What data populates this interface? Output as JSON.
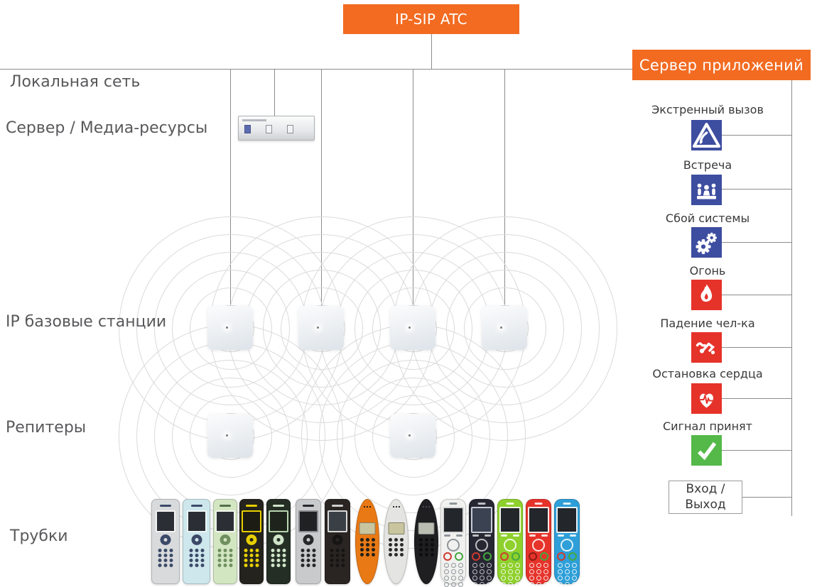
{
  "atc_box": {
    "label": "IP-SIP ATC"
  },
  "app_server_box": {
    "label": "Сервер приложений"
  },
  "row_labels": [
    {
      "label": "Локальная сеть"
    },
    {
      "label": "Сервер / Медиа-ресурсы"
    },
    {
      "label": "IP базовые станции"
    },
    {
      "label": "Репитеры"
    },
    {
      "label": "Трубки"
    }
  ],
  "alarms": [
    {
      "label": "Экстренный вызов",
      "icon": "emergency-call-icon",
      "color": "#3D4DA0"
    },
    {
      "label": "Встреча",
      "icon": "meeting-icon",
      "color": "#3D4DA0"
    },
    {
      "label": "Сбой системы",
      "icon": "system-failure-icon",
      "color": "#3D4DA0"
    },
    {
      "label": "Огонь",
      "icon": "fire-icon",
      "color": "#E5332A"
    },
    {
      "label": "Падение чел-ка",
      "icon": "man-down-icon",
      "color": "#E5332A"
    },
    {
      "label": "Остановка сердца",
      "icon": "cardiac-arrest-icon",
      "color": "#E5332A"
    },
    {
      "label": "Сигнал принят",
      "icon": "signal-accepted-icon",
      "color": "#54B948"
    }
  ],
  "entry_exit_box": {
    "line1": "Вход /",
    "line2": "Выход"
  },
  "equipment": {
    "base_station_count": 4,
    "repeater_count": 2,
    "handset_count": 15
  },
  "handsets": [
    {
      "name": "handset-white-candybar",
      "style": "candybar",
      "body": "#d8dadc",
      "screen": "#2b2f35",
      "keys": "#3c4a68",
      "frame": "#f4f4f4",
      "detail": "#3c4a68"
    },
    {
      "name": "handset-light-blue-candybar",
      "style": "candybar",
      "body": "#cde7ec",
      "screen": "#2b2f35",
      "keys": "#3c4a68",
      "frame": "#eef7f8",
      "detail": "#3c4a68"
    },
    {
      "name": "handset-light-green-candybar",
      "style": "candybar",
      "body": "#d3e6c2",
      "screen": "#2b2f35",
      "keys": "#6f8f5f",
      "frame": "#f2f7ec",
      "detail": "#55704a"
    },
    {
      "name": "handset-black-yellow-candybar",
      "style": "candybar",
      "body": "#24231d",
      "screen": "#1c1c14",
      "keys": "#e7cf00",
      "frame": "#e7cf00",
      "detail": "#e7cf00"
    },
    {
      "name": "handset-dark-green-candybar",
      "style": "candybar",
      "body": "#242e24",
      "screen": "#1e241c",
      "keys": "#cfe4c8",
      "frame": "#b9d4b0",
      "detail": "#cfe4c8"
    },
    {
      "name": "handset-silver-black-candybar",
      "style": "candybar",
      "body": "#c8cacb",
      "screen": "#1f2123",
      "keys": "#26282a",
      "frame": "#8a8d8f",
      "detail": "#26282a"
    },
    {
      "name": "handset-black-candybar",
      "style": "candybar",
      "body": "#2a2522",
      "screen": "#3a3f45",
      "keys": "#171513",
      "frame": "#d8d8d8",
      "detail": "#cfcfcf"
    },
    {
      "name": "handset-orange-oval",
      "style": "oval",
      "body": "#e87914",
      "screen": "#c9c59f",
      "keys": "#241f1a",
      "detail": "#241f1a"
    },
    {
      "name": "handset-silver-oval",
      "style": "oval",
      "body": "#e4e4e2",
      "screen": "#c9c59f",
      "keys": "#2b2b2b",
      "detail": "#2b2b2b"
    },
    {
      "name": "handset-black-oval",
      "style": "oval",
      "body": "#1f1f22",
      "screen": "#b9bdb2",
      "keys": "#0e0e10",
      "detail": "#4a4a50"
    },
    {
      "name": "handset-white-modern",
      "style": "modern",
      "body": "#f1f1ef",
      "screen": "#23262b",
      "frame": "#d9d9d9",
      "detail": "#8f959b",
      "ring_red": "#cf3a2e",
      "ring_green": "#44a83f"
    },
    {
      "name": "handset-navy-modern",
      "style": "modern",
      "body": "#262732",
      "screen": "#3b4252",
      "frame": "#c9ccd4",
      "detail": "rgba(255,255,255,0.7)",
      "ring_red": "#cf3a2e",
      "ring_green": "#44a83f"
    },
    {
      "name": "handset-lime-modern",
      "style": "modern",
      "body": "#8ed02c",
      "screen": "#23262b",
      "frame": "#f2f7e8",
      "detail": "rgba(255,255,255,0.85)",
      "ring_red": "#cf3a2e",
      "ring_green": "#44a83f"
    },
    {
      "name": "handset-red-modern",
      "style": "modern",
      "body": "#e6332a",
      "screen": "#23262b",
      "frame": "#f7e8e6",
      "detail": "rgba(255,255,255,0.85)",
      "ring_red": "#8c1b14",
      "ring_green": "#44a83f"
    },
    {
      "name": "handset-blue-modern",
      "style": "modern",
      "body": "#2e9fd8",
      "screen": "#23262b",
      "frame": "#e8f2f7",
      "detail": "rgba(255,255,255,0.85)",
      "ring_red": "#cf3a2e",
      "ring_green": "#44a83f"
    }
  ],
  "colors": {
    "orange": "#F26B21",
    "alarm_blue": "#3D4DA0",
    "alarm_red": "#E5332A",
    "alarm_green": "#54B948",
    "line_gray": "#8C8C8C",
    "wave_gray": "#DADADA"
  }
}
